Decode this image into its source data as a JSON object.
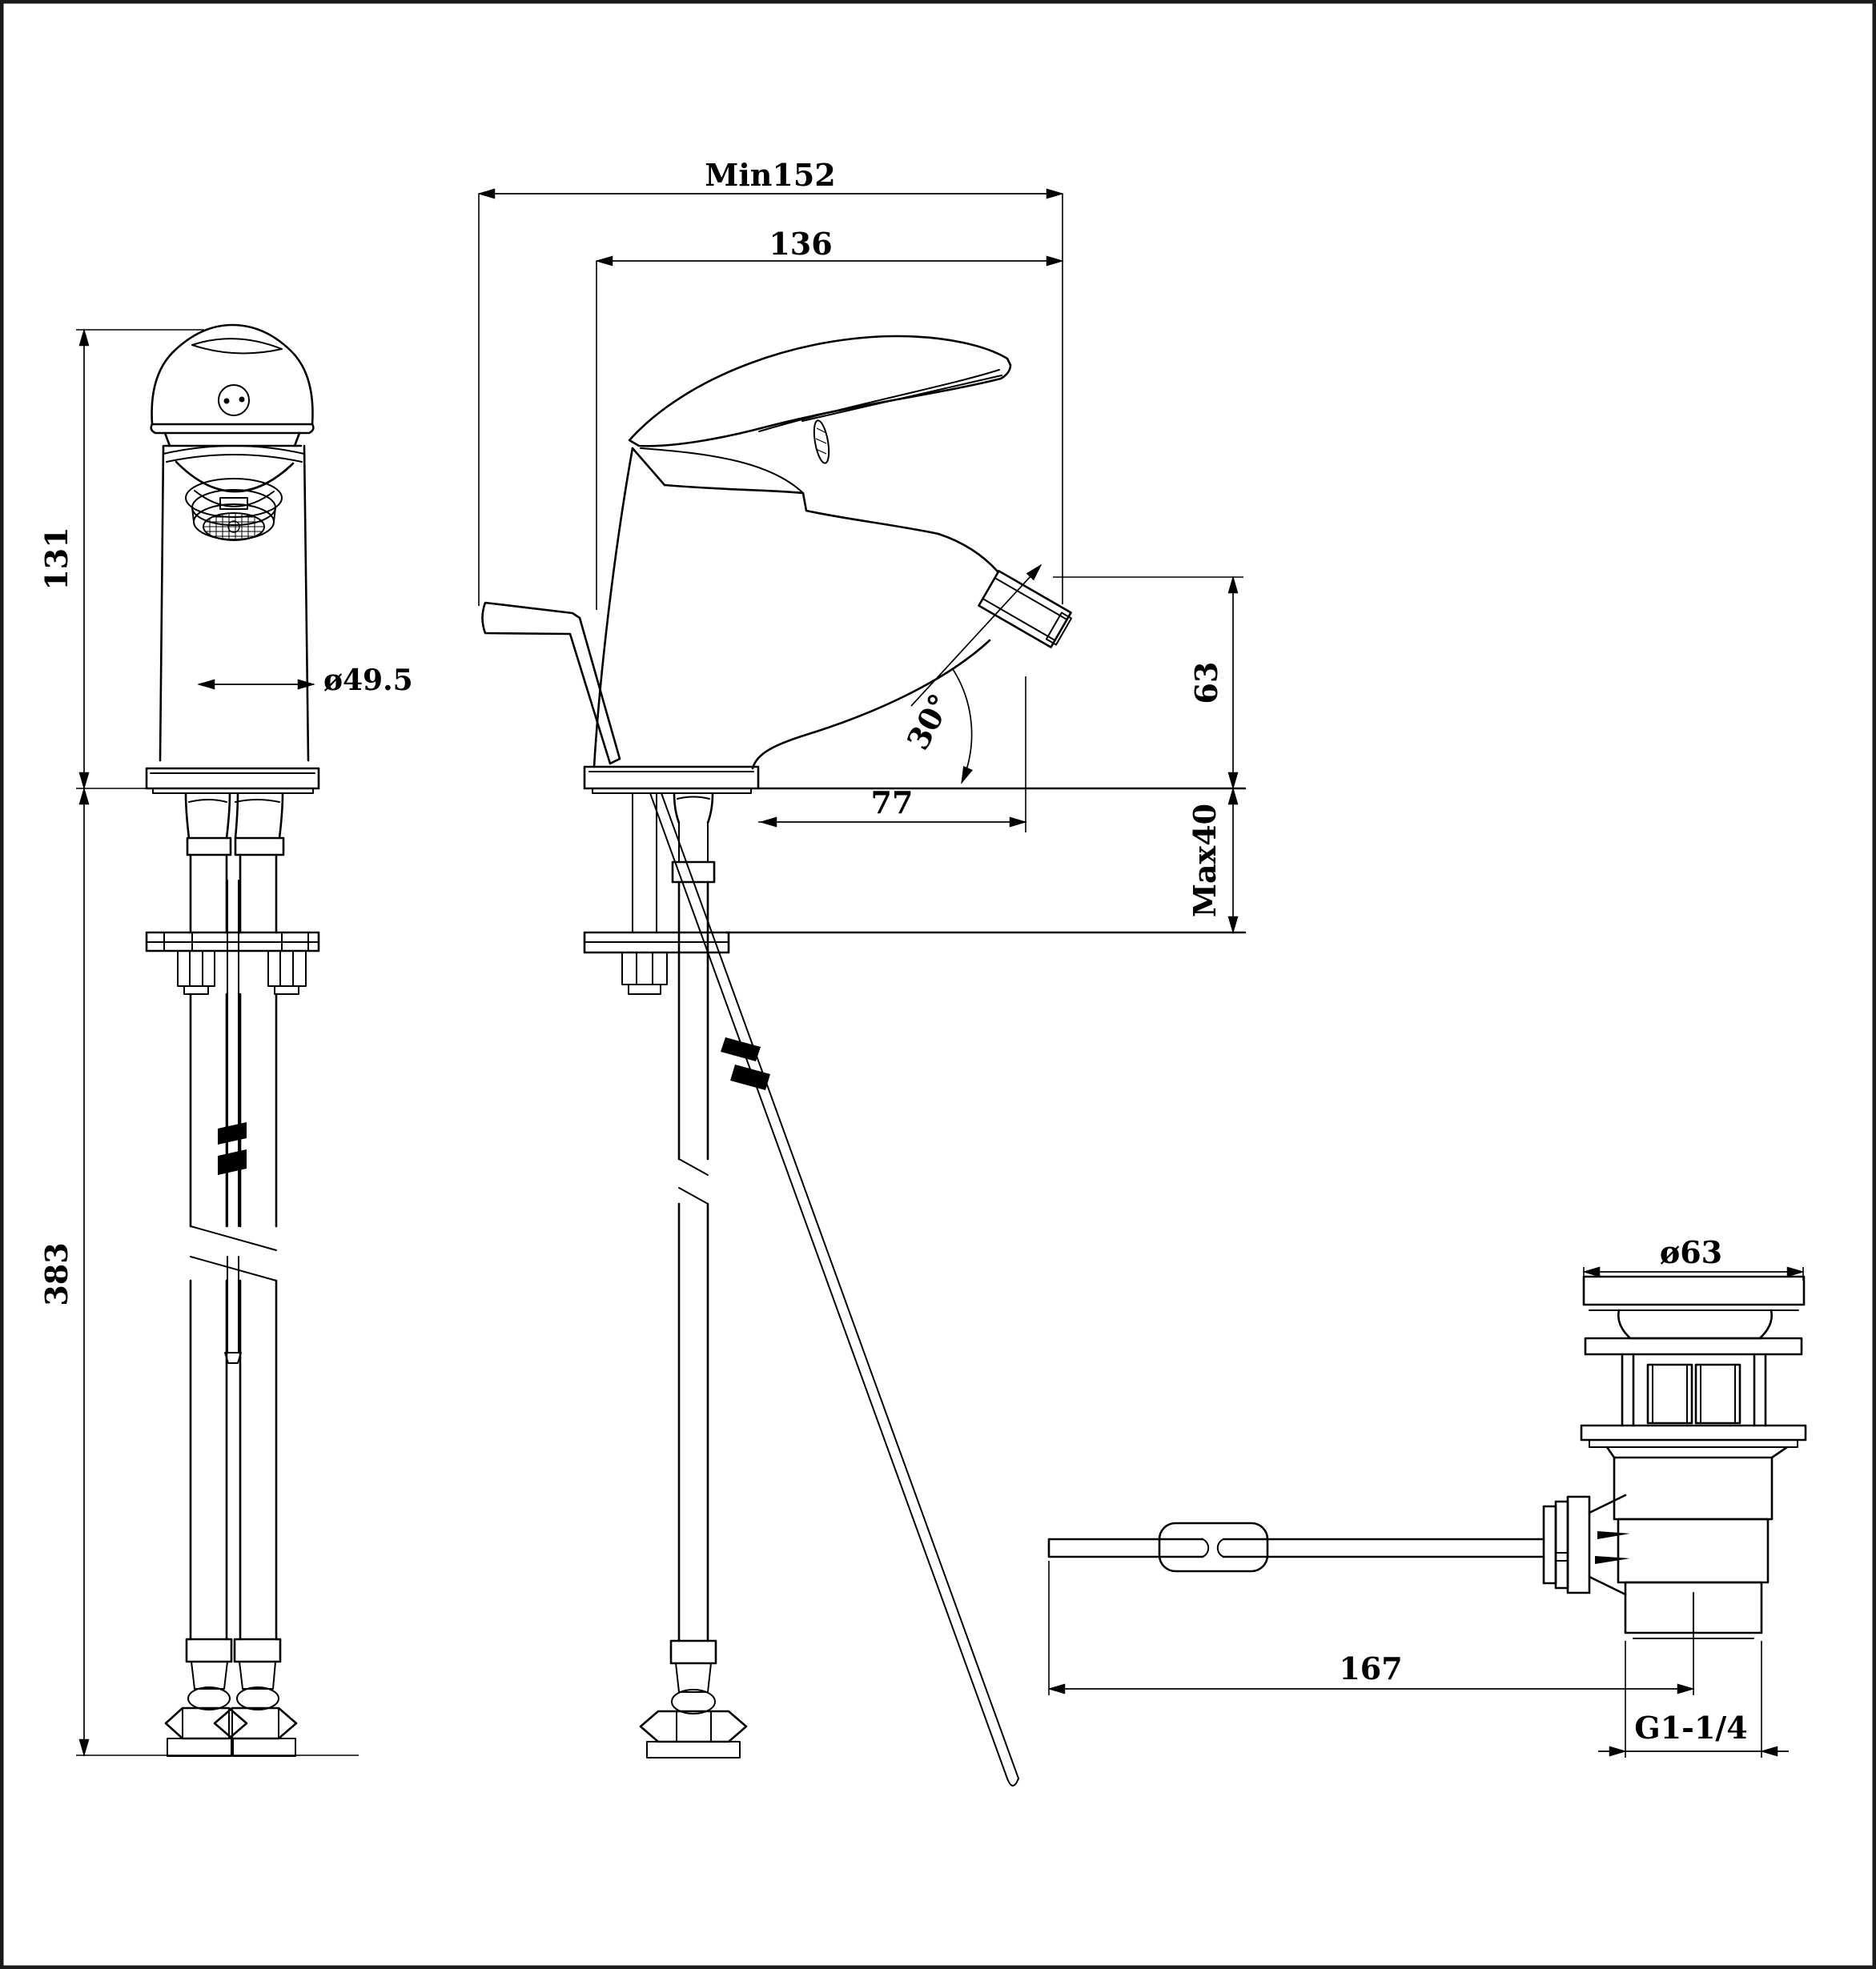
{
  "drawing": {
    "kind": "faucet-technical-drawing",
    "background_color": "#ffffff",
    "line_color": "#000000",
    "front_view": {
      "dim_height_above_deck": "131",
      "dim_height_below_deck": "383",
      "dim_body_diameter": "ø49.5"
    },
    "side_view": {
      "dim_min_overall_length": "Min152",
      "dim_spout_length": "136",
      "dim_spout_angle": "30°",
      "dim_spout_height": "63",
      "dim_spout_projection": "77",
      "dim_max_deck_thickness": "Max40"
    },
    "drain_view": {
      "dim_flange_diameter": "ø63",
      "dim_linkage_length": "167",
      "dim_tail_thread": "G1-1/4"
    }
  }
}
